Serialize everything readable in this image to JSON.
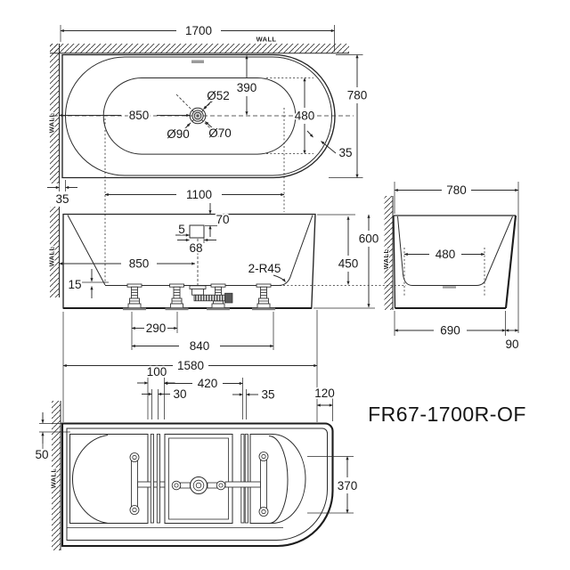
{
  "model": "FR67-1700R-OF",
  "wall_label": "WALL",
  "top_view": {
    "length": "1700",
    "width": "780",
    "drain_from_wall": "850",
    "drain_from_back": "390",
    "inner_width": "480",
    "rim_thickness": "35",
    "wall_gap": "35",
    "drain_dia": "Ø52",
    "overflow_dia": "Ø90",
    "waste_dia": "Ø70",
    "straight_length": "1100"
  },
  "front_view": {
    "overflow_height": "70",
    "overflow_lip": "5",
    "overflow_width": "68",
    "drain_from_wall": "850",
    "corner_note": "2-R45",
    "floor_step": "15",
    "inner_depth": "450",
    "total_height": "600",
    "feet_pitch": "290",
    "feet_span": "840",
    "base_length": "1580"
  },
  "side_view": {
    "width": "780",
    "floor_width": "480",
    "base_width": "690",
    "rim_overhang": "90"
  },
  "bottom_view": {
    "rail_offset": "100",
    "rail_spacing": "420",
    "rail_gap_left": "30",
    "rail_gap_right": "35",
    "corner_offset": "120",
    "rim_offset": "50",
    "bracket_span": "370"
  }
}
